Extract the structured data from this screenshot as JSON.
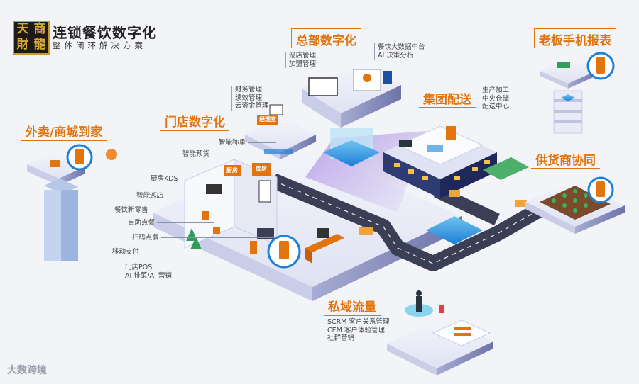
{
  "logo": {
    "chars": [
      "天",
      "商",
      "財",
      "龍"
    ]
  },
  "header": {
    "title": "连锁餐饮数字化",
    "subtitle": "整体闭环解决方案"
  },
  "sections": {
    "hq": {
      "title": "总部数字化",
      "items_left": [
        "巡店管理",
        "加盟管理"
      ],
      "items_right": [
        "餐饮大数据中台",
        "AI 决策分析"
      ]
    },
    "boss": {
      "title": "老板手机报表"
    },
    "delivery": {
      "title": "外卖/商城到家"
    },
    "store": {
      "title": "门店数字化",
      "items": [
        "财务管理",
        "绩效管理",
        "云资金管理"
      ]
    },
    "group": {
      "title": "集团配送",
      "items": [
        "生产加工",
        "中央仓储",
        "配送中心"
      ]
    },
    "supplier": {
      "title": "供货商协同"
    },
    "private": {
      "title": "私域流量",
      "items": [
        "SCRM 客户关系管理",
        "CEM 客户体验管理",
        "社群营销"
      ]
    }
  },
  "callouts": [
    "智能称重",
    "智能预货",
    "厨房KDS",
    "智能巡店",
    "餐饮新零售",
    "自助点餐",
    "扫码点餐",
    "移动支付",
    "门店POS",
    "AI 排菜/AI 营销"
  ],
  "building_signs": {
    "office": "经理室",
    "kitchen": "厨房",
    "kitchen2": "库房"
  },
  "watermark": "大数跨境",
  "colors": {
    "accent": "#e2740e",
    "platform": "#dfe3f2",
    "platform_side": "#7f86b8",
    "road": "#3a3f55",
    "blue": "#1f7fd6"
  }
}
